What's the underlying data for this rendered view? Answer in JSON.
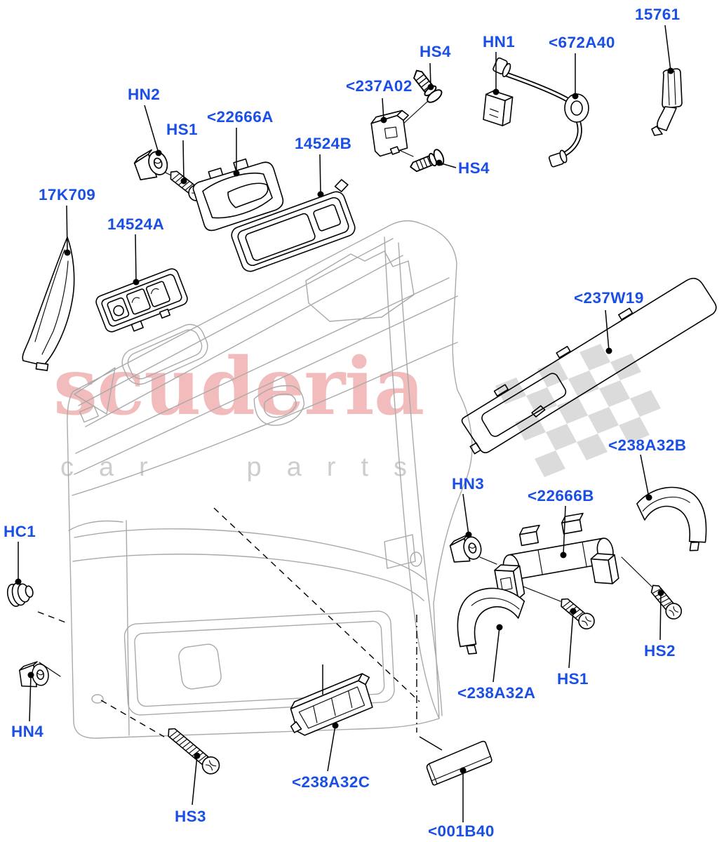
{
  "watermark": {
    "brand": "scuderia",
    "word1": "car",
    "word2": "parts"
  },
  "colors": {
    "label_blue": "#1a4fe6",
    "line_black": "#000000",
    "panel_grey": "#a9a9a9",
    "watermark_pink": "#efb2b2",
    "watermark_letter_grey": "#cdcdcd",
    "flag_grey": "#dbdbdb"
  },
  "parts": [
    {
      "id": "15761",
      "label": "15761"
    },
    {
      "id": "hs4-upper",
      "label": "HS4"
    },
    {
      "id": "hn1",
      "label": "HN1"
    },
    {
      "id": "672A40",
      "label": "<672A40"
    },
    {
      "id": "237A02",
      "label": "<237A02"
    },
    {
      "id": "hn2",
      "label": "HN2"
    },
    {
      "id": "hs1-upper",
      "label": "HS1"
    },
    {
      "id": "22666A",
      "label": "<22666A"
    },
    {
      "id": "14524B",
      "label": "14524B"
    },
    {
      "id": "hs4-lower",
      "label": "HS4"
    },
    {
      "id": "17K709",
      "label": "17K709"
    },
    {
      "id": "14524A",
      "label": "14524A"
    },
    {
      "id": "237W19",
      "label": "<237W19"
    },
    {
      "id": "238A32B",
      "label": "<238A32B"
    },
    {
      "id": "hn3",
      "label": "HN3"
    },
    {
      "id": "22666B",
      "label": "<22666B"
    },
    {
      "id": "hc1",
      "label": "HC1"
    },
    {
      "id": "hs2",
      "label": "HS2"
    },
    {
      "id": "hs1-lower",
      "label": "HS1"
    },
    {
      "id": "238A32A",
      "label": "<238A32A"
    },
    {
      "id": "hn4",
      "label": "HN4"
    },
    {
      "id": "238A32C",
      "label": "<238A32C"
    },
    {
      "id": "hs3",
      "label": "HS3"
    },
    {
      "id": "001B40",
      "label": "<001B40"
    }
  ]
}
